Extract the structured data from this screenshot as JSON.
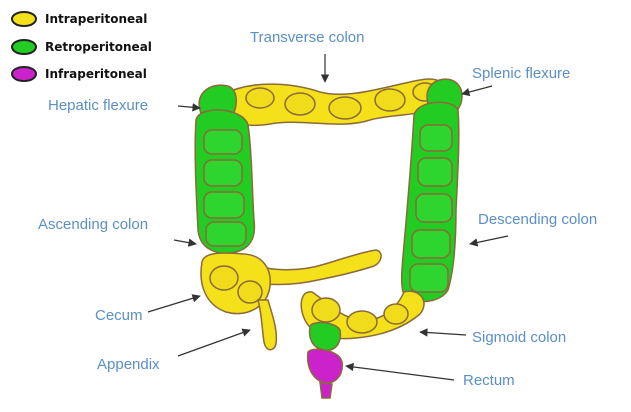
{
  "legend": {
    "items": [
      {
        "label": "Intraperitoneal",
        "color": "#f5e11a"
      },
      {
        "label": "Retroperitoneal",
        "color": "#22cc22"
      },
      {
        "label": "Infraperitoneal",
        "color": "#cc22cc"
      }
    ]
  },
  "labels": {
    "transverse": "Transverse colon",
    "splenic": "Splenic flexure",
    "hepatic": "Hepatic flexure",
    "ascending": "Ascending colon",
    "descending": "Descending colon",
    "cecum": "Cecum",
    "appendix": "Appendix",
    "sigmoid": "Sigmoid colon",
    "rectum": "Rectum"
  },
  "colors": {
    "label_text": "#5b8fc7",
    "intraperitoneal": "#f5e11a",
    "retroperitoneal": "#22cc22",
    "infraperitoneal": "#cc22cc",
    "outline": "#8a6a3a"
  }
}
